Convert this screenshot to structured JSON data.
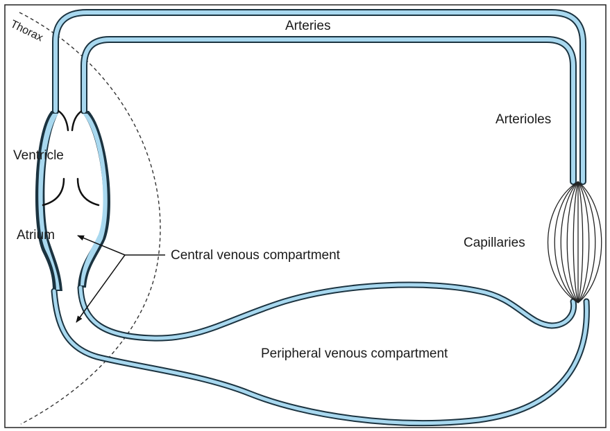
{
  "diagram": {
    "colors": {
      "vessel_fill": "#a8d8ef",
      "vessel_outline": "#1b3340",
      "border": "#222222",
      "thorax_line": "#333333"
    },
    "labels": {
      "thorax": "Thorax",
      "arteries": "Arteries",
      "ventricle": "Ventricle",
      "arterioles": "Arterioles",
      "atrium": "Atrium",
      "capillaries": "Capillaries",
      "central_venous": "Central venous compartment",
      "peripheral_venous": "Peripheral venous compartment"
    }
  }
}
